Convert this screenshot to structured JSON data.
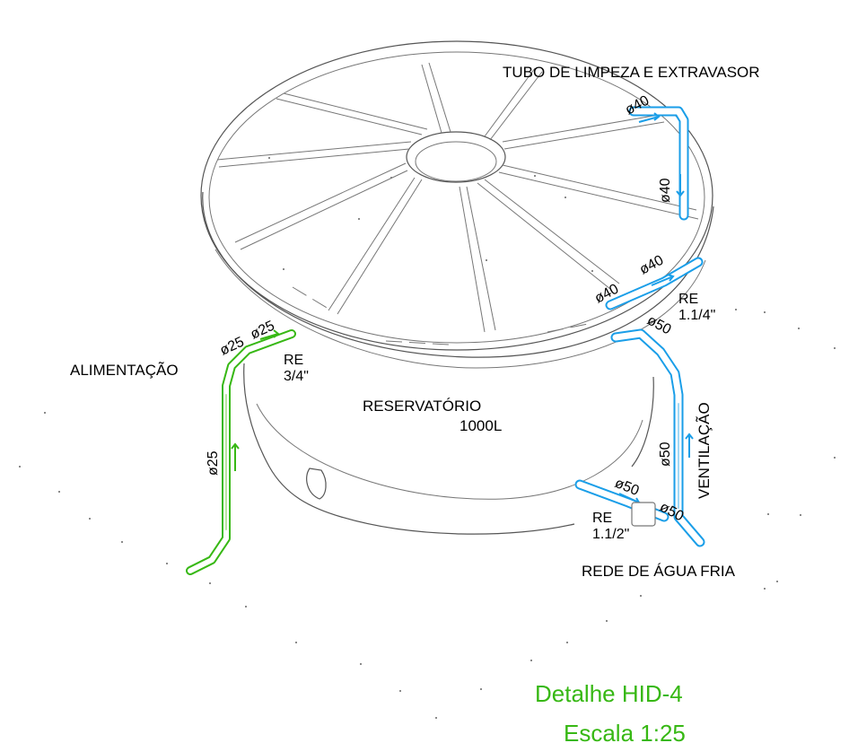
{
  "labels": {
    "cleaning_overflow": "TUBO DE LIMPEZA E EXTRAVASOR",
    "supply": "ALIMENTAÇÃO",
    "reservoir": "RESERVATÓRIO",
    "capacity": "1000L",
    "ventilation": "VENTILAÇÃO",
    "cold_water": "REDE DE ÁGUA FRIA",
    "re_supply_1": "RE",
    "re_supply_2": "3/4\"",
    "re_overflow_1": "RE",
    "re_overflow_2": "1.1/4\"",
    "re_outlet_1": "RE",
    "re_outlet_2": "1.1/2\""
  },
  "diameters": {
    "d40_top": "ø40",
    "d40_down": "ø40",
    "d40_side_right": "ø40",
    "d40_side_left": "ø40",
    "d50_outlet": "ø50",
    "d50_vertical": "ø50",
    "d50_lower_left": "ø50",
    "d50_lower_right": "ø50",
    "d25_a": "ø25",
    "d25_b": "ø25",
    "d25_vertical": "ø25"
  },
  "title": {
    "detail": "Detalhe HID-4",
    "scale": "Escala 1:25"
  },
  "colors": {
    "title": "#37b814",
    "pipe_blue": "#1a9ee8",
    "pipe_green": "#37b814"
  }
}
